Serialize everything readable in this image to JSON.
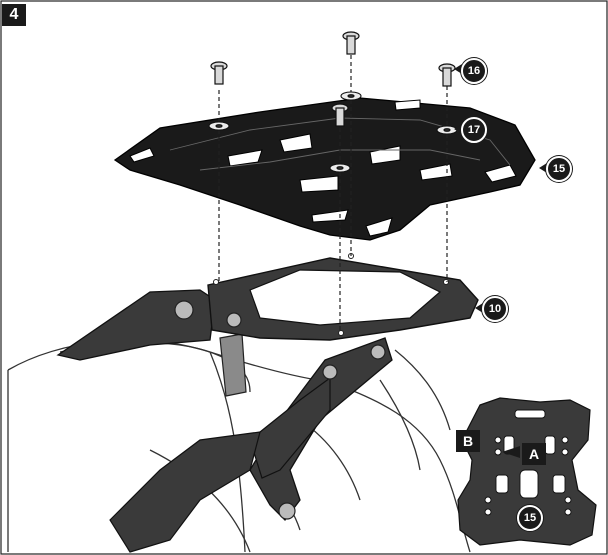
{
  "step": {
    "number": "4"
  },
  "callouts": {
    "plate": "15",
    "bolt": "16",
    "washer": "17",
    "rack": "10",
    "inset_plate": "15"
  },
  "inset": {
    "label_a": "A",
    "label_b": "B"
  },
  "colors": {
    "part_dark": "#1a1a1a",
    "rack": "#3a3a3a",
    "line": "#222222"
  }
}
